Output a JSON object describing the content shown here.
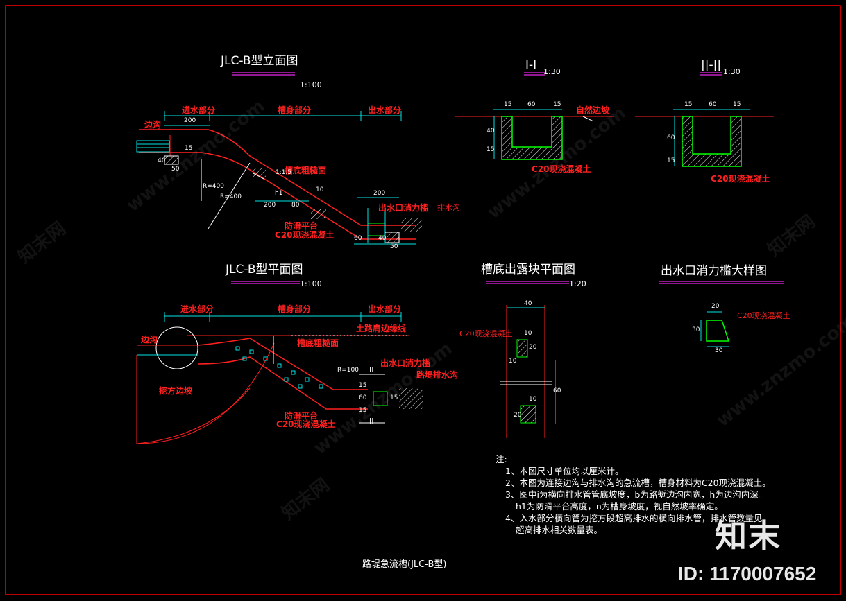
{
  "titles": {
    "elevation": "JLC-B型立面图",
    "elevation_scale": "1:100",
    "section1": "I-I",
    "section1_scale": "1:30",
    "section2": "||-||",
    "section2_scale": "1:30",
    "plan": "JLC-B型平面图",
    "plan_scale": "1:100",
    "block_plan": "槽底出露块平面图",
    "block_plan_scale": "1:20",
    "basin_detail": "出水口消力槛大样图",
    "drawing": "路堤急流槽(JLC-B型)"
  },
  "elevation_labels": {
    "inlet": "进水部分",
    "body": "槽身部分",
    "outlet": "出水部分",
    "side_ditch": "边沟",
    "rough_bottom": "槽底粗糙面",
    "outlet_basin": "出水口消力槛",
    "drain_ditch": "排水沟",
    "anti_slip": "防滑平台",
    "concrete": "C20现浇混凝土"
  },
  "elevation_dims": {
    "d200a": "200",
    "d15": "15",
    "d40": "40",
    "d50": "50",
    "r400": "R=400",
    "r400b": "R=400",
    "d1_1": "1:1.5",
    "d200b": "200",
    "d80": "80",
    "h1": "h1",
    "d10": "10",
    "d200c": "200",
    "d60": "60",
    "d40b": "40",
    "d50b": "50"
  },
  "section1": {
    "dims": [
      "15",
      "60",
      "15"
    ],
    "h40": "40",
    "h15": "15",
    "natural_slope": "自然边坡",
    "concrete": "C20现浇混凝土"
  },
  "section2": {
    "dims": [
      "15",
      "60",
      "15"
    ],
    "h60": "60",
    "h15": "15",
    "concrete": "C20现浇混凝土"
  },
  "plan_labels": {
    "inlet": "进水部分",
    "body": "槽身部分",
    "outlet": "出水部分",
    "shoulder": "土路肩边缘线",
    "side_ditch": "边沟",
    "rough_bottom": "槽底粗糙面",
    "cut_slope": "挖方边坡",
    "outlet_basin": "出水口消力槛",
    "embankment_ditch": "路堤排水沟",
    "anti_slip": "防滑平台",
    "concrete": "C20现浇混凝土",
    "r100": "R=100",
    "sec_ii_top": "II",
    "sec_ii_bottom": "II",
    "d15a": "15",
    "d60": "60",
    "d15b": "15",
    "d15c": "15"
  },
  "block_plan": {
    "concrete": "C20现浇混凝土",
    "d40": "40",
    "d10a": "10",
    "d10b": "10",
    "d20a": "20",
    "d10c": "10",
    "d20b": "20",
    "d60": "60"
  },
  "basin_detail": {
    "concrete": "C20现浇混凝土",
    "d20": "20",
    "d30": "30",
    "d30b": "30"
  },
  "notes": {
    "heading": "注:",
    "lines": [
      "1、本图尺寸单位均以厘米计。",
      "2、本图为连接边沟与排水沟的急流槽，槽身材料为C20现浇混凝土。",
      "3、图中i为横向排水管管底坡度，b为路堑边沟内宽，h为边沟内深。",
      "h1为防滑平台高度，n为槽身坡度，视自然坡率确定。",
      "4、入水部分横向管为挖方段超高排水的横向排水管，排水管数量见",
      "超高排水相关数量表。"
    ]
  },
  "brand": {
    "logo": "知末",
    "id": "ID: 1170007652",
    "watermark_cn": "知末网",
    "watermark_en": "www.znzmo.com"
  },
  "colors": {
    "background": "#000000",
    "frame": "#ff0000",
    "line_red": "#ff2020",
    "line_cyan": "#00e5e5",
    "line_white": "#ffffff",
    "concrete_green": "#00ff00",
    "title_underline": "#c020c0"
  }
}
